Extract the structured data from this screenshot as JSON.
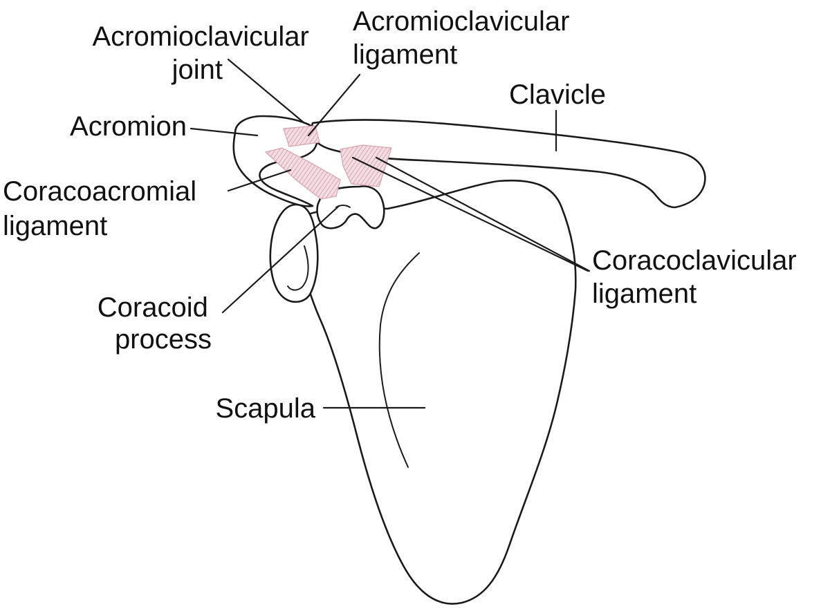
{
  "labels": {
    "acromioclavicular_joint": [
      "Acromioclavicular",
      "joint"
    ],
    "acromioclavicular_ligament": [
      "Acromioclavicular",
      "ligament"
    ],
    "clavicle": [
      "Clavicle"
    ],
    "acromion": [
      "Acromion"
    ],
    "coracoacromial_ligament": [
      "Coracoacromial",
      "ligament"
    ],
    "coracoclavicular_ligament": [
      "Coracoclavicular",
      "ligament"
    ],
    "coracoid_process": [
      "Coracoid",
      "process"
    ],
    "scapula": [
      "Scapula"
    ]
  },
  "colors": {
    "outline": "#1a1a1a",
    "ligament_fill": "#f4dde2",
    "ligament_stroke": "#d9a2ae",
    "background": "#ffffff"
  }
}
